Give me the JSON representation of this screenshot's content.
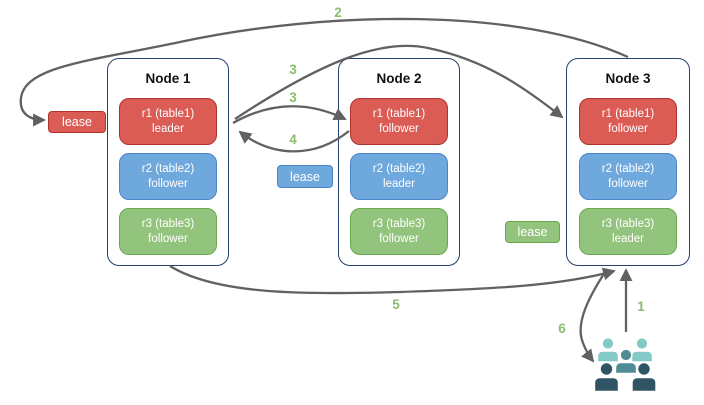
{
  "nodes": [
    {
      "title": "Node 1",
      "replicas": [
        {
          "line1": "r1 (table1)",
          "line2": "leader",
          "color": "red"
        },
        {
          "line1": "r2 (table2)",
          "line2": "follower",
          "color": "blue"
        },
        {
          "line1": "r3 (table3)",
          "line2": "follower",
          "color": "green"
        }
      ]
    },
    {
      "title": "Node 2",
      "replicas": [
        {
          "line1": "r1 (table1)",
          "line2": "follower",
          "color": "red"
        },
        {
          "line1": "r2 (table2)",
          "line2": "leader",
          "color": "blue"
        },
        {
          "line1": "r3 (table3)",
          "line2": "follower",
          "color": "green"
        }
      ]
    },
    {
      "title": "Node 3",
      "replicas": [
        {
          "line1": "r1 (table1)",
          "line2": "follower",
          "color": "red"
        },
        {
          "line1": "r2 (table2)",
          "line2": "follower",
          "color": "blue"
        },
        {
          "line1": "r3 (table3)",
          "line2": "leader",
          "color": "green"
        }
      ]
    }
  ],
  "leases": {
    "red": {
      "label": "lease"
    },
    "blue": {
      "label": "lease"
    },
    "green": {
      "label": "lease"
    }
  },
  "steps": {
    "s1": "1",
    "s2": "2",
    "s3a": "3",
    "s3b": "3",
    "s4": "4",
    "s5": "5",
    "s6": "6"
  },
  "icons": {
    "users_group": "users-group-icon"
  },
  "palette": {
    "red_fill": "#DB5B55",
    "red_border": "#B0342E",
    "blue_fill": "#6FA8DC",
    "blue_border": "#4A86C8",
    "green_fill": "#93C47D",
    "green_border": "#69A84F",
    "node_border": "#24426B",
    "arrow": "#616161",
    "step_label": "#8ABD6D",
    "users_light": "#83CAC6",
    "users_mid": "#4E8C96",
    "users_dark": "#2F5564"
  }
}
